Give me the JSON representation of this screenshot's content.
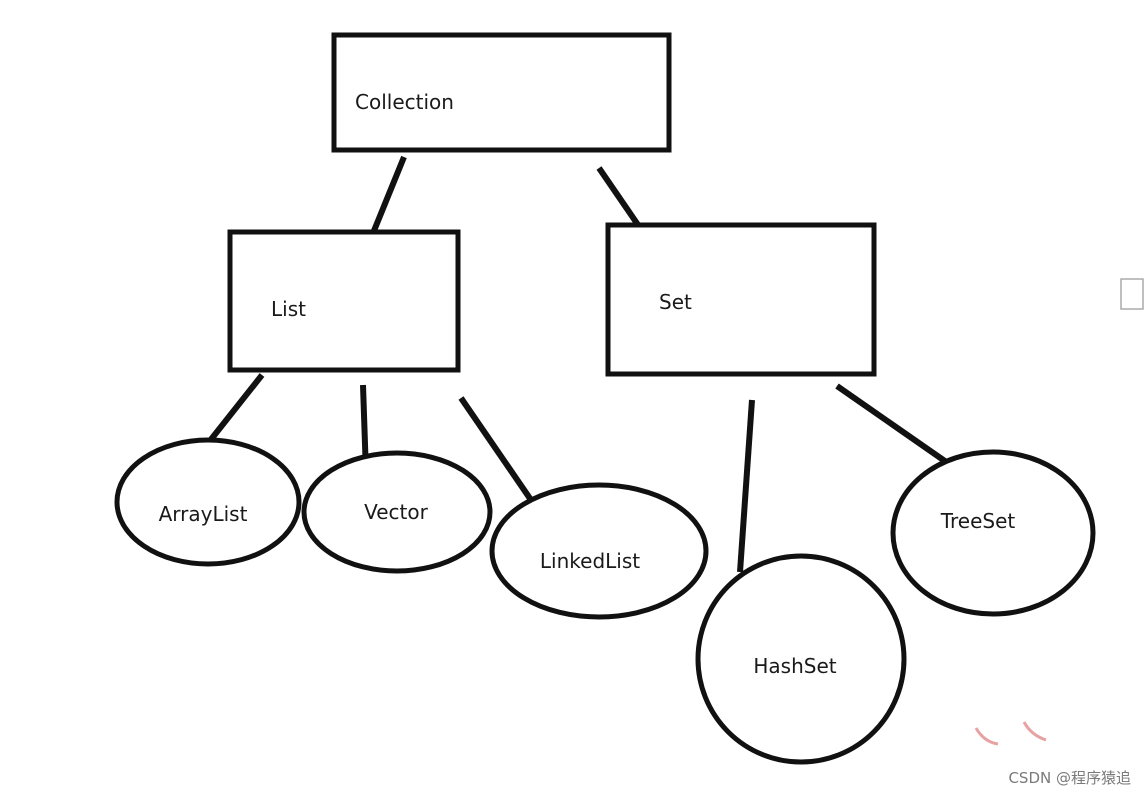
{
  "nodes": {
    "collection": "Collection",
    "list": "List",
    "set": "Set",
    "arraylist": "ArrayList",
    "vector": "Vector",
    "linkedlist": "LinkedList",
    "hashset": "HashSet",
    "treeset": "TreeSet"
  },
  "watermark": "CSDN @程序猿追"
}
